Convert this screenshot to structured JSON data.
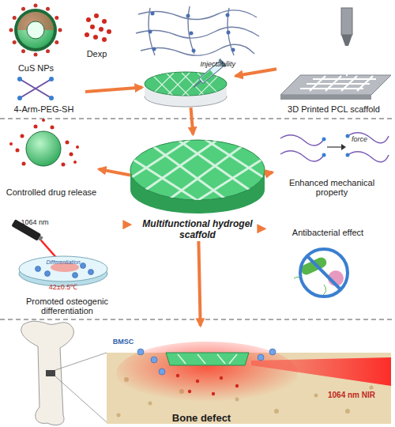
{
  "diagram": {
    "nodes": [
      {
        "text": [
          "CuS NPs"
        ]
      },
      {
        "text": [
          "Dexp"
        ]
      },
      {
        "text": [
          "4-Arm-PEG-SH"
        ]
      },
      {
        "text": [
          "Injectability"
        ]
      },
      {
        "text": [
          "3D Printed PCL scaffold"
        ]
      },
      {
        "text": [
          "Multifunctional hydrogel scaffold"
        ]
      },
      {
        "text": [
          "Controlled drug release"
        ]
      },
      {
        "text": [
          "Enhanced mechanical property"
        ]
      },
      {
        "text": [
          "Promoted osteogenic differentiation"
        ]
      },
      {
        "text": [
          "Antibacterial effect"
        ]
      },
      {
        "text": [
          "Bone defect"
        ]
      }
    ],
    "edges": [
      {
        "from": 2,
        "to": 3,
        "arrow": "to"
      },
      {
        "from": 4,
        "to": 3,
        "arrow": "to"
      },
      {
        "from": 3,
        "to": 5,
        "arrow": "to"
      },
      {
        "from": 5,
        "to": 6,
        "arrow": "to"
      },
      {
        "from": 5,
        "to": 7,
        "arrow": "to"
      },
      {
        "from": 5,
        "to": 8,
        "arrow": "to"
      },
      {
        "from": 5,
        "to": 9,
        "arrow": "to"
      },
      {
        "from": 5,
        "to": 10,
        "arrow": "to"
      }
    ],
    "labels": [
      "force",
      "1064 nm",
      "Differentiation",
      "42±0.5℃",
      "BMSC",
      "1064 nm NIR"
    ]
  }
}
